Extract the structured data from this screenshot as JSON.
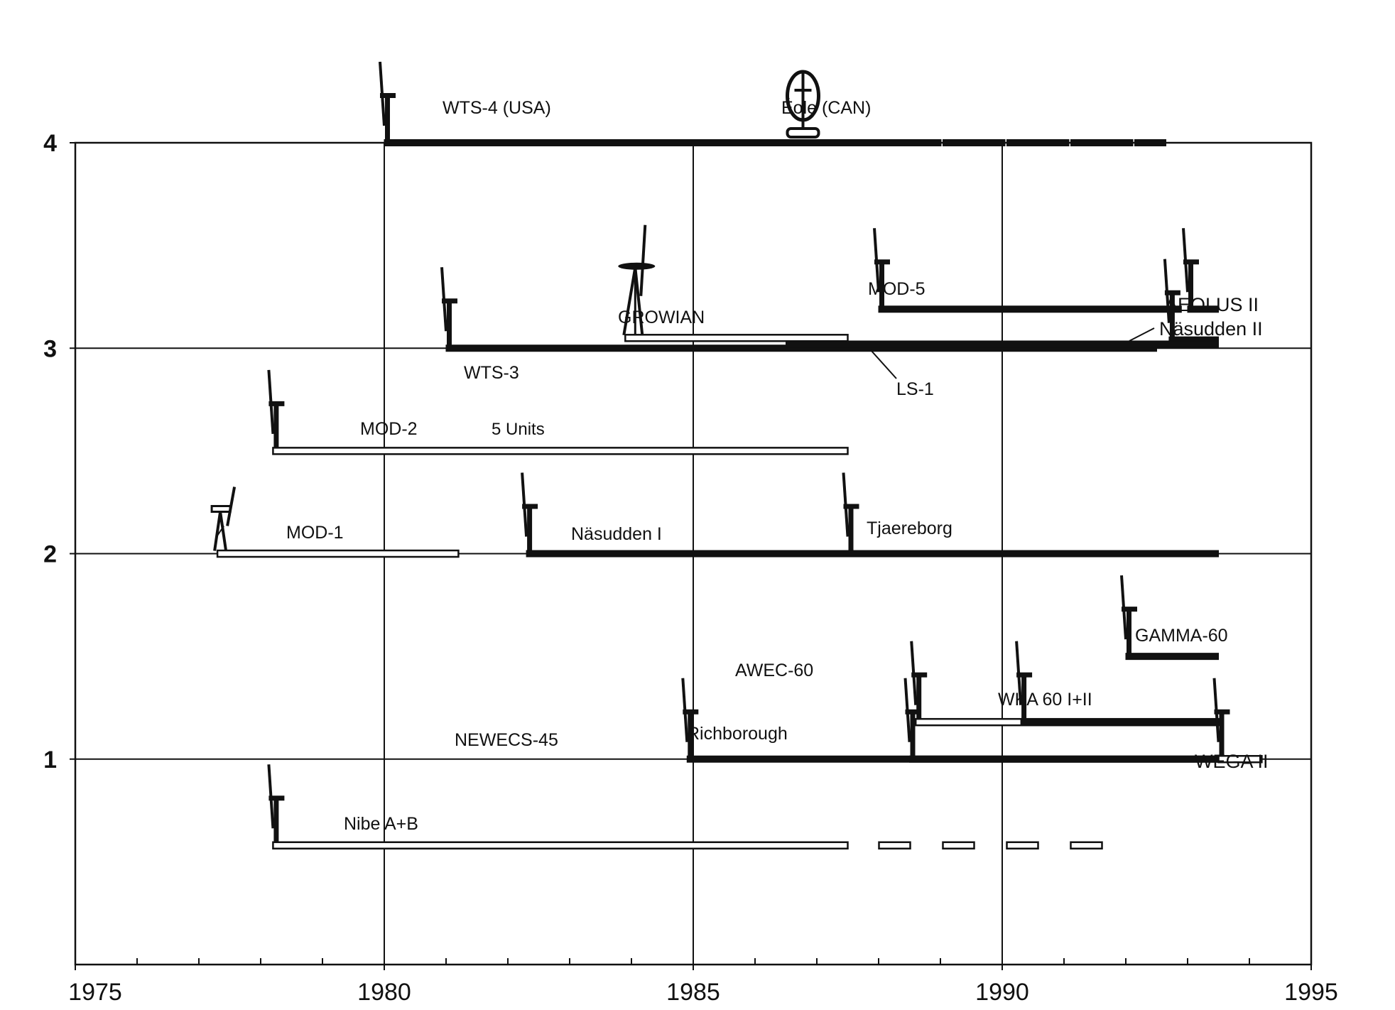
{
  "chart_data": {
    "type": "timeline",
    "xlim": [
      1975,
      1995
    ],
    "ylim": [
      0,
      4
    ],
    "x_ticks": [
      1975,
      1980,
      1985,
      1990,
      1995
    ],
    "x_tick_labels": [
      "1975",
      "1980",
      "1985",
      "1990",
      "1995"
    ],
    "y_ticks": [
      1,
      2,
      3,
      4
    ],
    "y_tick_labels": [
      "1",
      "2",
      "3",
      "4"
    ],
    "grid": "major lines at y = 1, 2, 3, 4 and vertical lines at 1980, 1985, 1990",
    "colors": {
      "line": "#111111",
      "background": "#ffffff"
    },
    "turbines": [
      {
        "label": "WTS-4 (USA)",
        "level": 4.0,
        "start": 1980.0,
        "end": 1987.5,
        "continues_to": 1993.1,
        "style": "solid",
        "icon": "hawt-turbine-icon"
      },
      {
        "label": "Éole (CAN)",
        "level": 4.0,
        "start": 1986.5,
        "end": 1988.0,
        "continues_to": 1993.1,
        "style": "solid",
        "icon": "darrieus-vawt-icon"
      },
      {
        "label": "WTS-3",
        "level": 3.0,
        "start": 1981.0,
        "end": 1992.5,
        "continues_to": 1993.1,
        "style": "solid",
        "icon": "hawt-turbine-icon"
      },
      {
        "label": "GROWIAN",
        "level": 3.05,
        "start": 1983.9,
        "end": 1987.5,
        "style": "hollow",
        "icon": "growian-turbine-icon"
      },
      {
        "label": "MOD-5",
        "level": 3.19,
        "start": 1988.0,
        "end": 1992.9,
        "style": "solid",
        "icon": "hawt-turbine-icon"
      },
      {
        "label": "AEOLUS II",
        "level": 3.19,
        "start": 1993.0,
        "end": 1993.5,
        "style": "solid",
        "icon": "hawt-turbine-icon"
      },
      {
        "label": "Näsudden II",
        "level": 3.04,
        "start": 1992.7,
        "end": 1993.5,
        "style": "solid",
        "icon": "hawt-turbine-icon"
      },
      {
        "label": "LS-1",
        "level": 3.02,
        "start": 1986.5,
        "end": 1993.5,
        "style": "solid",
        "icon": ""
      },
      {
        "label": "MOD-2",
        "level": 2.5,
        "start": 1978.2,
        "end": 1987.5,
        "style": "hollow",
        "icon": "hawt-turbine-icon",
        "note": "5 Units"
      },
      {
        "label": "MOD-1",
        "level": 2.0,
        "start": 1977.3,
        "end": 1981.2,
        "style": "hollow",
        "icon": "lattice-tower-turbine-icon"
      },
      {
        "label": "Näsudden I",
        "level": 2.0,
        "start": 1982.3,
        "end": 1987.5,
        "style": "solid",
        "icon": "hawt-turbine-icon"
      },
      {
        "label": "Tjaereborg",
        "level": 2.0,
        "start": 1987.5,
        "end": 1993.5,
        "style": "solid",
        "icon": "hawt-turbine-icon"
      },
      {
        "label": "GAMMA-60",
        "level": 1.5,
        "start": 1992.0,
        "end": 1993.5,
        "style": "solid",
        "icon": "hawt-turbine-icon"
      },
      {
        "label": "AWEC-60",
        "level": 1.18,
        "start": 1988.6,
        "end": 1993.5,
        "style": "hollow",
        "icon": "hawt-turbine-icon"
      },
      {
        "label": "WKA 60 I+II",
        "level": 1.18,
        "start": 1990.3,
        "end": 1993.5,
        "style": "solid",
        "icon": "hawt-turbine-icon"
      },
      {
        "label": "NEWECS-45",
        "level": 1.0,
        "start": 1984.9,
        "end": 1993.5,
        "style": "solid",
        "icon": "hawt-turbine-icon"
      },
      {
        "label": "Richborough",
        "level": 1.0,
        "start": 1988.5,
        "end": 1993.5,
        "style": "solid",
        "icon": "hawt-turbine-icon"
      },
      {
        "label": "WEGA II",
        "level": 1.0,
        "start": 1993.5,
        "end": 1994.2,
        "style": "hollow",
        "icon": "hawt-turbine-icon"
      },
      {
        "label": "Nibe A+B",
        "level": 0.58,
        "start": 1978.2,
        "end": 1987.5,
        "continues_to": 1992.6,
        "style": "hollow",
        "icon": "hawt-turbine-icon"
      }
    ]
  }
}
